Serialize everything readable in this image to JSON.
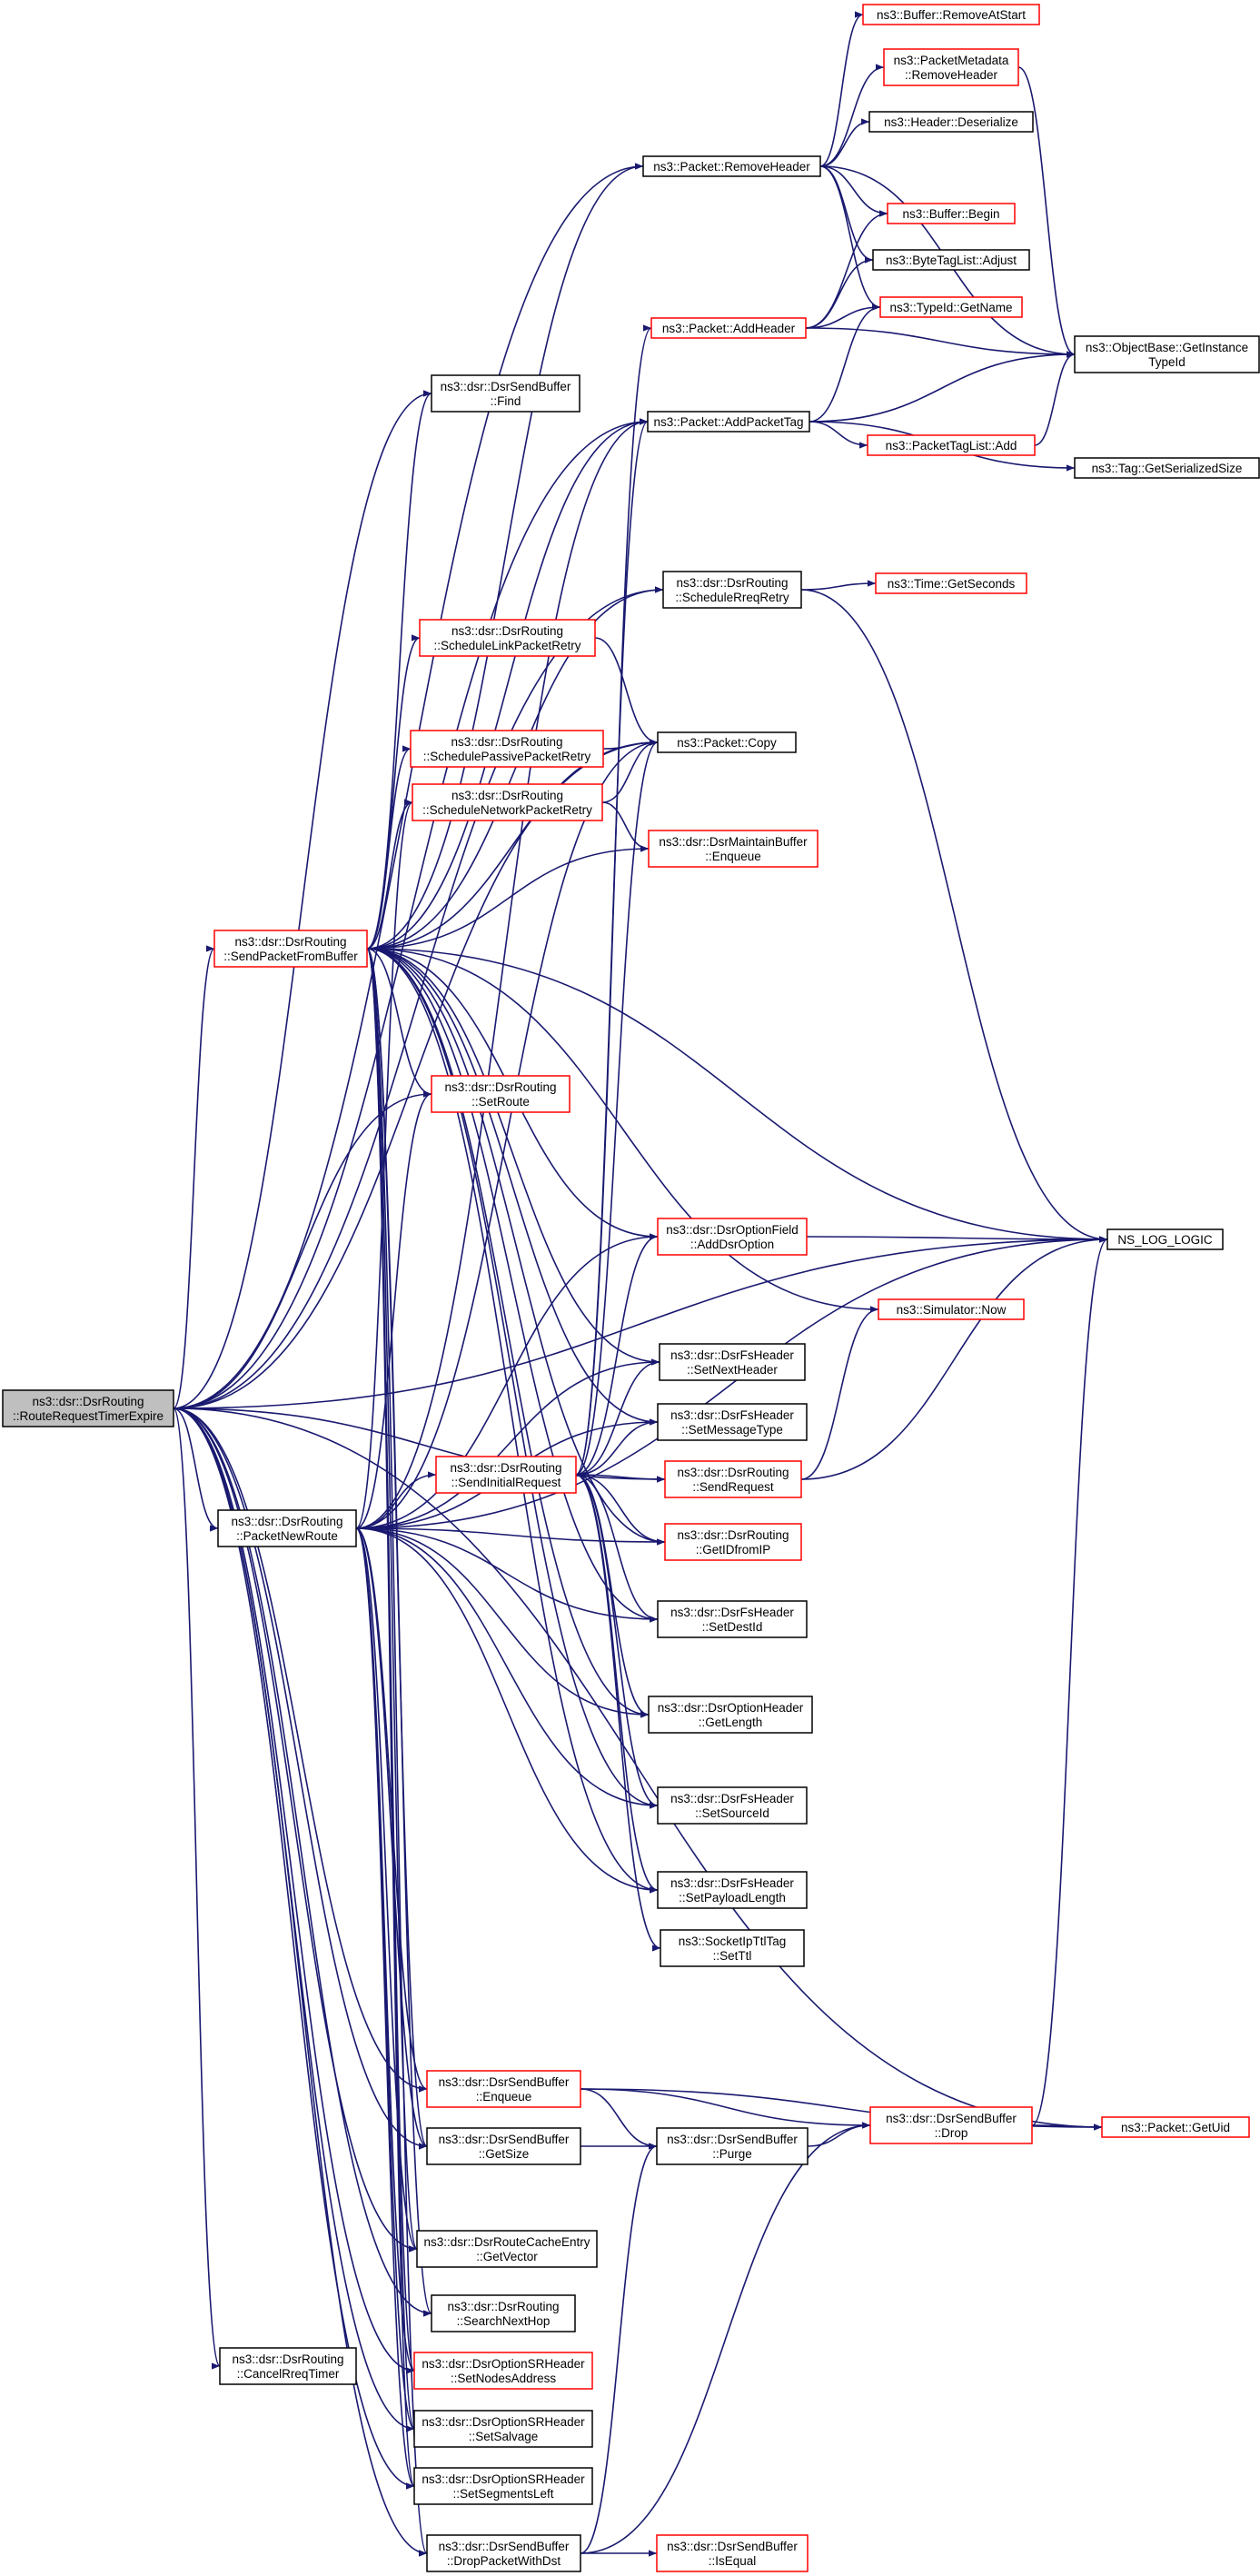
{
  "nodes": [
    {
      "id": "root",
      "lines": [
        "ns3::dsr::DsrRouting",
        "::RouteRequestTimerExpire"
      ],
      "style": "root"
    },
    {
      "id": "sendPacketFromBuffer",
      "lines": [
        "ns3::dsr::DsrRouting",
        "::SendPacketFromBuffer"
      ],
      "style": "red"
    },
    {
      "id": "packetNewRoute",
      "lines": [
        "ns3::dsr::DsrRouting",
        "::PacketNewRoute"
      ],
      "style": "black"
    },
    {
      "id": "cancelRreqTimer",
      "lines": [
        "ns3::dsr::DsrRouting",
        "::CancelRreqTimer"
      ],
      "style": "black"
    },
    {
      "id": "sendBufferFind",
      "lines": [
        "ns3::dsr::DsrSendBuffer",
        "::Find"
      ],
      "style": "black"
    },
    {
      "id": "scheduleLinkPacketRetry",
      "lines": [
        "ns3::dsr::DsrRouting",
        "::ScheduleLinkPacketRetry"
      ],
      "style": "red"
    },
    {
      "id": "schedulePassivePacketRetry",
      "lines": [
        "ns3::dsr::DsrRouting",
        "::SchedulePassivePacketRetry"
      ],
      "style": "red"
    },
    {
      "id": "scheduleNetworkPacketRetry",
      "lines": [
        "ns3::dsr::DsrRouting",
        "::ScheduleNetworkPacketRetry"
      ],
      "style": "red"
    },
    {
      "id": "setRoute",
      "lines": [
        "ns3::dsr::DsrRouting",
        "::SetRoute"
      ],
      "style": "red"
    },
    {
      "id": "sendInitialRequest",
      "lines": [
        "ns3::dsr::DsrRouting",
        "::SendInitialRequest"
      ],
      "style": "red"
    },
    {
      "id": "sendBufferEnqueue",
      "lines": [
        "ns3::dsr::DsrSendBuffer",
        "::Enqueue"
      ],
      "style": "red"
    },
    {
      "id": "sendBufferGetSize",
      "lines": [
        "ns3::dsr::DsrSendBuffer",
        "::GetSize"
      ],
      "style": "black"
    },
    {
      "id": "routeCacheGetVector",
      "lines": [
        "ns3::dsr::DsrRouteCacheEntry",
        "::GetVector"
      ],
      "style": "black"
    },
    {
      "id": "searchNextHop",
      "lines": [
        "ns3::dsr::DsrRouting",
        "::SearchNextHop"
      ],
      "style": "black"
    },
    {
      "id": "setNodesAddress",
      "lines": [
        "ns3::dsr::DsrOptionSRHeader",
        "::SetNodesAddress"
      ],
      "style": "red"
    },
    {
      "id": "setSalvage",
      "lines": [
        "ns3::dsr::DsrOptionSRHeader",
        "::SetSalvage"
      ],
      "style": "black"
    },
    {
      "id": "setSegmentsLeft",
      "lines": [
        "ns3::dsr::DsrOptionSRHeader",
        "::SetSegmentsLeft"
      ],
      "style": "black"
    },
    {
      "id": "dropPacketWithDst",
      "lines": [
        "ns3::dsr::DsrSendBuffer",
        "::DropPacketWithDst"
      ],
      "style": "black"
    },
    {
      "id": "packetRemoveHeader",
      "lines": [
        "ns3::Packet::RemoveHeader"
      ],
      "style": "black"
    },
    {
      "id": "packetAddHeader",
      "lines": [
        "ns3::Packet::AddHeader"
      ],
      "style": "red"
    },
    {
      "id": "packetAddPacketTag",
      "lines": [
        "ns3::Packet::AddPacketTag"
      ],
      "style": "black"
    },
    {
      "id": "scheduleRreqRetry",
      "lines": [
        "ns3::dsr::DsrRouting",
        "::ScheduleRreqRetry"
      ],
      "style": "black"
    },
    {
      "id": "packetCopy",
      "lines": [
        "ns3::Packet::Copy"
      ],
      "style": "black"
    },
    {
      "id": "maintainBufferEnqueue",
      "lines": [
        "ns3::dsr::DsrMaintainBuffer",
        "::Enqueue"
      ],
      "style": "red"
    },
    {
      "id": "addDsrOption",
      "lines": [
        "ns3::dsr::DsrOptionField",
        "::AddDsrOption"
      ],
      "style": "red"
    },
    {
      "id": "setNextHeader",
      "lines": [
        "ns3::dsr::DsrFsHeader",
        "::SetNextHeader"
      ],
      "style": "black"
    },
    {
      "id": "setMessageType",
      "lines": [
        "ns3::dsr::DsrFsHeader",
        "::SetMessageType"
      ],
      "style": "black"
    },
    {
      "id": "sendRequest",
      "lines": [
        "ns3::dsr::DsrRouting",
        "::SendRequest"
      ],
      "style": "red"
    },
    {
      "id": "getIDfromIP",
      "lines": [
        "ns3::dsr::DsrRouting",
        "::GetIDfromIP"
      ],
      "style": "red"
    },
    {
      "id": "setDestId",
      "lines": [
        "ns3::dsr::DsrFsHeader",
        "::SetDestId"
      ],
      "style": "black"
    },
    {
      "id": "optionHeaderGetLength",
      "lines": [
        "ns3::dsr::DsrOptionHeader",
        "::GetLength"
      ],
      "style": "black"
    },
    {
      "id": "setSourceId",
      "lines": [
        "ns3::dsr::DsrFsHeader",
        "::SetSourceId"
      ],
      "style": "black"
    },
    {
      "id": "setPayloadLength",
      "lines": [
        "ns3::dsr::DsrFsHeader",
        "::SetPayloadLength"
      ],
      "style": "black"
    },
    {
      "id": "socketSetTtl",
      "lines": [
        "ns3::SocketIpTtlTag",
        "::SetTtl"
      ],
      "style": "black"
    },
    {
      "id": "sendBufferPurge",
      "lines": [
        "ns3::dsr::DsrSendBuffer",
        "::Purge"
      ],
      "style": "black"
    },
    {
      "id": "sendBufferIsEqual",
      "lines": [
        "ns3::dsr::DsrSendBuffer",
        "::IsEqual"
      ],
      "style": "red"
    },
    {
      "id": "bufferRemoveAtStart",
      "lines": [
        "ns3::Buffer::RemoveAtStart"
      ],
      "style": "red"
    },
    {
      "id": "packetMetadataRemoveHeader",
      "lines": [
        "ns3::PacketMetadata",
        "::RemoveHeader"
      ],
      "style": "red"
    },
    {
      "id": "headerDeserialize",
      "lines": [
        "ns3::Header::Deserialize"
      ],
      "style": "black"
    },
    {
      "id": "bufferBegin",
      "lines": [
        "ns3::Buffer::Begin"
      ],
      "style": "red"
    },
    {
      "id": "byteTagListAdjust",
      "lines": [
        "ns3::ByteTagList::Adjust"
      ],
      "style": "black"
    },
    {
      "id": "typeIdGetName",
      "lines": [
        "ns3::TypeId::GetName"
      ],
      "style": "red"
    },
    {
      "id": "packetTagListAdd",
      "lines": [
        "ns3::PacketTagList::Add"
      ],
      "style": "red"
    },
    {
      "id": "timeGetSeconds",
      "lines": [
        "ns3::Time::GetSeconds"
      ],
      "style": "red"
    },
    {
      "id": "simulatorNow",
      "lines": [
        "ns3::Simulator::Now"
      ],
      "style": "red"
    },
    {
      "id": "sendBufferDrop",
      "lines": [
        "ns3::dsr::DsrSendBuffer",
        "::Drop"
      ],
      "style": "red"
    },
    {
      "id": "objectBaseGetInstanceTypeId",
      "lines": [
        "ns3::ObjectBase::GetInstance",
        "TypeId"
      ],
      "style": "black"
    },
    {
      "id": "tagGetSerializedSize",
      "lines": [
        "ns3::Tag::GetSerializedSize"
      ],
      "style": "black"
    },
    {
      "id": "nsLogLogic",
      "lines": [
        "NS_LOG_LOGIC"
      ],
      "style": "black"
    },
    {
      "id": "packetGetUid",
      "lines": [
        "ns3::Packet::GetUid"
      ],
      "style": "red"
    }
  ],
  "edges": [
    [
      "root",
      "sendPacketFromBuffer"
    ],
    [
      "root",
      "packetNewRoute"
    ],
    [
      "root",
      "cancelRreqTimer"
    ],
    [
      "root",
      "packetRemoveHeader"
    ],
    [
      "root",
      "packetAddPacketTag"
    ],
    [
      "root",
      "scheduleRreqRetry"
    ],
    [
      "root",
      "packetCopy"
    ],
    [
      "root",
      "sendBufferFind"
    ],
    [
      "root",
      "setRoute"
    ],
    [
      "root",
      "sendRequest"
    ],
    [
      "root",
      "sendBufferGetSize"
    ],
    [
      "root",
      "routeCacheGetVector"
    ],
    [
      "root",
      "searchNextHop"
    ],
    [
      "root",
      "setNodesAddress"
    ],
    [
      "root",
      "setSalvage"
    ],
    [
      "root",
      "setSegmentsLeft"
    ],
    [
      "root",
      "dropPacketWithDst"
    ],
    [
      "root",
      "sendBufferEnqueue"
    ],
    [
      "root",
      "packetGetUid"
    ],
    [
      "root",
      "nsLogLogic"
    ],
    [
      "sendPacketFromBuffer",
      "sendBufferFind"
    ],
    [
      "sendPacketFromBuffer",
      "scheduleLinkPacketRetry"
    ],
    [
      "sendPacketFromBuffer",
      "schedulePassivePacketRetry"
    ],
    [
      "sendPacketFromBuffer",
      "scheduleNetworkPacketRetry"
    ],
    [
      "sendPacketFromBuffer",
      "packetRemoveHeader"
    ],
    [
      "sendPacketFromBuffer",
      "packetAddPacketTag"
    ],
    [
      "sendPacketFromBuffer",
      "scheduleRreqRetry"
    ],
    [
      "sendPacketFromBuffer",
      "packetCopy"
    ],
    [
      "sendPacketFromBuffer",
      "maintainBufferEnqueue"
    ],
    [
      "sendPacketFromBuffer",
      "addDsrOption"
    ],
    [
      "sendPacketFromBuffer",
      "setRoute"
    ],
    [
      "sendPacketFromBuffer",
      "simulatorNow"
    ],
    [
      "sendPacketFromBuffer",
      "setNextHeader"
    ],
    [
      "sendPacketFromBuffer",
      "setMessageType"
    ],
    [
      "sendPacketFromBuffer",
      "getIDfromIP"
    ],
    [
      "sendPacketFromBuffer",
      "setDestId"
    ],
    [
      "sendPacketFromBuffer",
      "optionHeaderGetLength"
    ],
    [
      "sendPacketFromBuffer",
      "setSourceId"
    ],
    [
      "sendPacketFromBuffer",
      "setPayloadLength"
    ],
    [
      "sendPacketFromBuffer",
      "sendBufferGetSize"
    ],
    [
      "sendPacketFromBuffer",
      "routeCacheGetVector"
    ],
    [
      "sendPacketFromBuffer",
      "searchNextHop"
    ],
    [
      "sendPacketFromBuffer",
      "setNodesAddress"
    ],
    [
      "sendPacketFromBuffer",
      "setSalvage"
    ],
    [
      "sendPacketFromBuffer",
      "setSegmentsLeft"
    ],
    [
      "sendPacketFromBuffer",
      "dropPacketWithDst"
    ],
    [
      "sendPacketFromBuffer",
      "nsLogLogic"
    ],
    [
      "packetNewRoute",
      "sendInitialRequest"
    ],
    [
      "packetNewRoute",
      "sendBufferEnqueue"
    ],
    [
      "packetNewRoute",
      "sendBufferGetSize"
    ],
    [
      "packetNewRoute",
      "setRoute"
    ],
    [
      "packetNewRoute",
      "packetAddPacketTag"
    ],
    [
      "packetNewRoute",
      "packetCopy"
    ],
    [
      "packetNewRoute",
      "addDsrOption"
    ],
    [
      "packetNewRoute",
      "scheduleNetworkPacketRetry"
    ],
    [
      "packetNewRoute",
      "setNextHeader"
    ],
    [
      "packetNewRoute",
      "setMessageType"
    ],
    [
      "packetNewRoute",
      "getIDfromIP"
    ],
    [
      "packetNewRoute",
      "setDestId"
    ],
    [
      "packetNewRoute",
      "optionHeaderGetLength"
    ],
    [
      "packetNewRoute",
      "setSourceId"
    ],
    [
      "packetNewRoute",
      "setPayloadLength"
    ],
    [
      "packetNewRoute",
      "nsLogLogic"
    ],
    [
      "packetNewRoute",
      "routeCacheGetVector"
    ],
    [
      "packetNewRoute",
      "setNodesAddress"
    ],
    [
      "packetNewRoute",
      "setSalvage"
    ],
    [
      "packetNewRoute",
      "setSegmentsLeft"
    ],
    [
      "sendInitialRequest",
      "packetAddHeader"
    ],
    [
      "sendInitialRequest",
      "packetAddPacketTag"
    ],
    [
      "sendInitialRequest",
      "packetCopy"
    ],
    [
      "sendInitialRequest",
      "addDsrOption"
    ],
    [
      "sendInitialRequest",
      "setNextHeader"
    ],
    [
      "sendInitialRequest",
      "setMessageType"
    ],
    [
      "sendInitialRequest",
      "sendRequest"
    ],
    [
      "sendInitialRequest",
      "getIDfromIP"
    ],
    [
      "sendInitialRequest",
      "setDestId"
    ],
    [
      "sendInitialRequest",
      "optionHeaderGetLength"
    ],
    [
      "sendInitialRequest",
      "setSourceId"
    ],
    [
      "sendInitialRequest",
      "setPayloadLength"
    ],
    [
      "sendInitialRequest",
      "socketSetTtl"
    ],
    [
      "scheduleLinkPacketRetry",
      "packetCopy"
    ],
    [
      "schedulePassivePacketRetry",
      "packetCopy"
    ],
    [
      "scheduleNetworkPacketRetry",
      "packetCopy"
    ],
    [
      "scheduleNetworkPacketRetry",
      "maintainBufferEnqueue"
    ],
    [
      "packetRemoveHeader",
      "bufferRemoveAtStart"
    ],
    [
      "packetRemoveHeader",
      "packetMetadataRemoveHeader"
    ],
    [
      "packetRemoveHeader",
      "headerDeserialize"
    ],
    [
      "packetRemoveHeader",
      "bufferBegin"
    ],
    [
      "packetRemoveHeader",
      "byteTagListAdjust"
    ],
    [
      "packetRemoveHeader",
      "typeIdGetName"
    ],
    [
      "packetRemoveHeader",
      "objectBaseGetInstanceTypeId"
    ],
    [
      "packetAddHeader",
      "bufferBegin"
    ],
    [
      "packetAddHeader",
      "byteTagListAdjust"
    ],
    [
      "packetAddHeader",
      "typeIdGetName"
    ],
    [
      "packetAddHeader",
      "objectBaseGetInstanceTypeId"
    ],
    [
      "packetAddPacketTag",
      "typeIdGetName"
    ],
    [
      "packetAddPacketTag",
      "objectBaseGetInstanceTypeId"
    ],
    [
      "packetAddPacketTag",
      "packetTagListAdd"
    ],
    [
      "packetAddPacketTag",
      "tagGetSerializedSize"
    ],
    [
      "packetMetadataRemoveHeader",
      "objectBaseGetInstanceTypeId"
    ],
    [
      "packetTagListAdd",
      "objectBaseGetInstanceTypeId"
    ],
    [
      "scheduleRreqRetry",
      "timeGetSeconds"
    ],
    [
      "scheduleRreqRetry",
      "nsLogLogic"
    ],
    [
      "addDsrOption",
      "nsLogLogic"
    ],
    [
      "sendRequest",
      "simulatorNow"
    ],
    [
      "sendRequest",
      "nsLogLogic"
    ],
    [
      "sendBufferEnqueue",
      "sendBufferPurge"
    ],
    [
      "sendBufferEnqueue",
      "sendBufferDrop"
    ],
    [
      "sendBufferEnqueue",
      "packetGetUid"
    ],
    [
      "sendBufferGetSize",
      "sendBufferPurge"
    ],
    [
      "sendBufferPurge",
      "sendBufferDrop"
    ],
    [
      "sendBufferDrop",
      "packetGetUid"
    ],
    [
      "sendBufferDrop",
      "nsLogLogic"
    ],
    [
      "dropPacketWithDst",
      "sendBufferPurge"
    ],
    [
      "dropPacketWithDst",
      "sendBufferIsEqual"
    ],
    [
      "dropPacketWithDst",
      "sendBufferDrop"
    ]
  ]
}
